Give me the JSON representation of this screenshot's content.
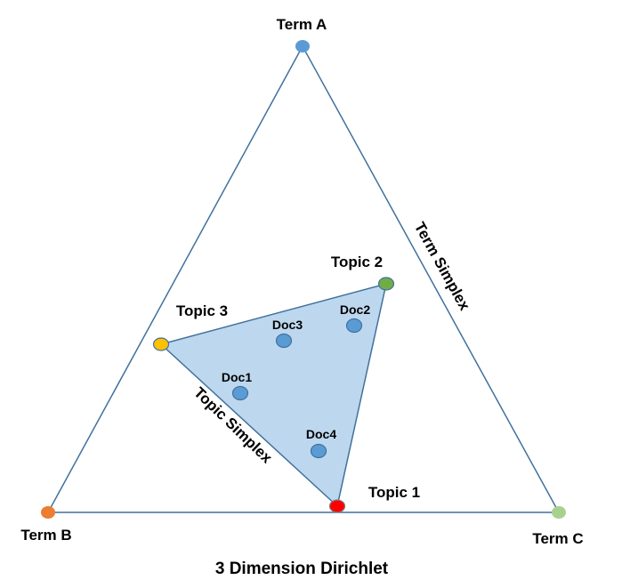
{
  "title": "3 Dimension Dirichlet",
  "term_simplex": {
    "label": "Term Simplex",
    "vertices": [
      {
        "id": "term-a",
        "label": "Term A",
        "color": "#5b9bd5"
      },
      {
        "id": "term-b",
        "label": "Term B",
        "color": "#ed7d31"
      },
      {
        "id": "term-c",
        "label": "Term C",
        "color": "#a9d18e"
      }
    ],
    "edge_color": "#41719c"
  },
  "topic_simplex": {
    "label": "Topic Simplex",
    "fill_color": "#bdd7ee",
    "edge_color": "#41719c",
    "vertices": [
      {
        "id": "topic-1",
        "label": "Topic 1",
        "color": "#ff0000"
      },
      {
        "id": "topic-2",
        "label": "Topic 2",
        "color": "#70ad47"
      },
      {
        "id": "topic-3",
        "label": "Topic 3",
        "color": "#ffc000"
      }
    ]
  },
  "documents": [
    {
      "id": "doc1",
      "label": "Doc1",
      "color": "#5b9bd5"
    },
    {
      "id": "doc2",
      "label": "Doc2",
      "color": "#5b9bd5"
    },
    {
      "id": "doc3",
      "label": "Doc3",
      "color": "#5b9bd5"
    },
    {
      "id": "doc4",
      "label": "Doc4",
      "color": "#5b9bd5"
    }
  ]
}
